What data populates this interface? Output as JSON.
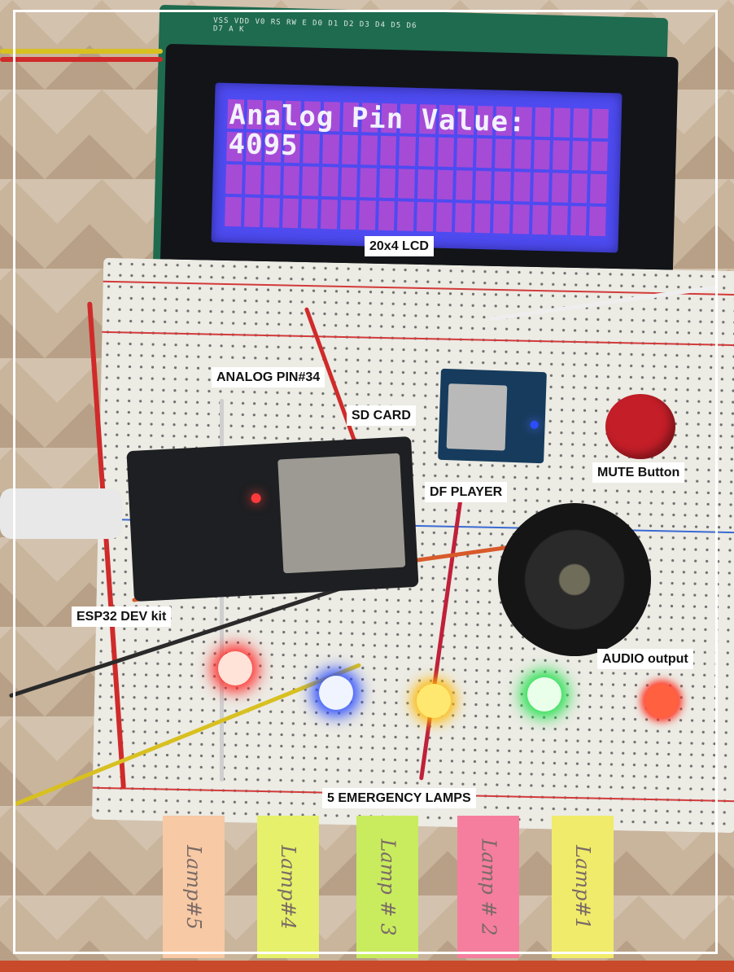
{
  "lcd": {
    "line1": "Analog Pin Value:",
    "line2": "4095",
    "header_pins": "VSS VDD V0 RS RW E D0 D1 D2 D3 D4 D5 D6 D7 A K"
  },
  "labels": {
    "lcd": "20x4 LCD",
    "analog_pin": "ANALOG PIN#34",
    "sd_card": "SD CARD",
    "df_player": "DF PLAYER",
    "mute_button": "MUTE Button",
    "esp32": "ESP32 DEV kit",
    "audio_output": "AUDIO output",
    "emergency_lamps": "5 EMERGENCY LAMPS"
  },
  "lamp_notes": [
    {
      "text": "Lamp#5",
      "color": "#f7c9a4"
    },
    {
      "text": "Lamp#4",
      "color": "#e6f06a"
    },
    {
      "text": "Lamp # 3",
      "color": "#c8ec5e"
    },
    {
      "text": "Lamp # 2",
      "color": "#f57e9e"
    },
    {
      "text": "Lamp#1",
      "color": "#f0eb6a"
    }
  ],
  "colors": {
    "lcd_backlight": "#4e4bf0",
    "led_red": "#ff2a2a",
    "led_blue": "#2a4bff",
    "led_yellow": "#ffb800",
    "led_green": "#1ee04a",
    "button": "#c41e28"
  }
}
